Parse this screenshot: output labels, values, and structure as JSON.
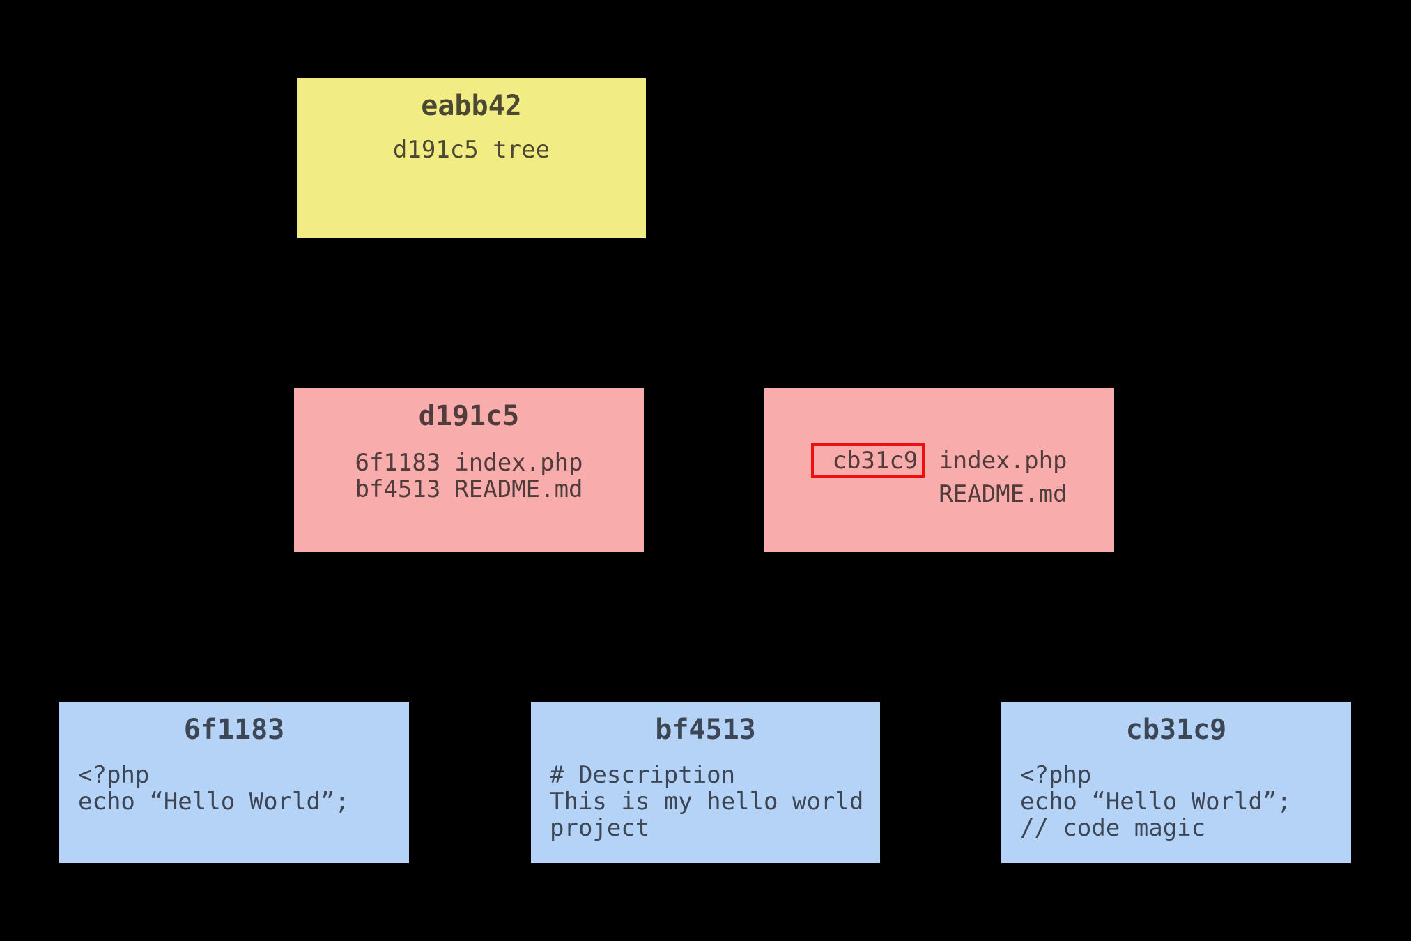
{
  "colors": {
    "background": "#000000",
    "yellow_fill": "#f2ec85",
    "pink_fill": "#f9acac",
    "blue_fill": "#b5d3f7",
    "red_outline": "#ee1010",
    "yellow_text": "#4c4933",
    "pink_text": "#513c3c",
    "blue_text": "#3d4654"
  },
  "commit_box": {
    "title": "eabb42",
    "body_line": "d191c5 tree"
  },
  "tree_box_left": {
    "title": "d191c5",
    "entries": [
      {
        "hash": "6f1183",
        "name": "index.php"
      },
      {
        "hash": "bf4513",
        "name": "README.md"
      }
    ]
  },
  "tree_box_right": {
    "entries": [
      {
        "hash": "cb31c9",
        "name": "index.php",
        "highlighted": true
      },
      {
        "hash": "",
        "name": "README.md",
        "highlighted": false
      }
    ]
  },
  "blob_boxes": [
    {
      "title": "6f1183",
      "lines": [
        "<?php",
        "echo “Hello World”;"
      ]
    },
    {
      "title": "bf4513",
      "lines": [
        "# Description",
        "This is my hello world",
        "project"
      ]
    },
    {
      "title": "cb31c9",
      "lines": [
        "<?php",
        "echo “Hello World”;",
        "// code magic"
      ]
    }
  ]
}
